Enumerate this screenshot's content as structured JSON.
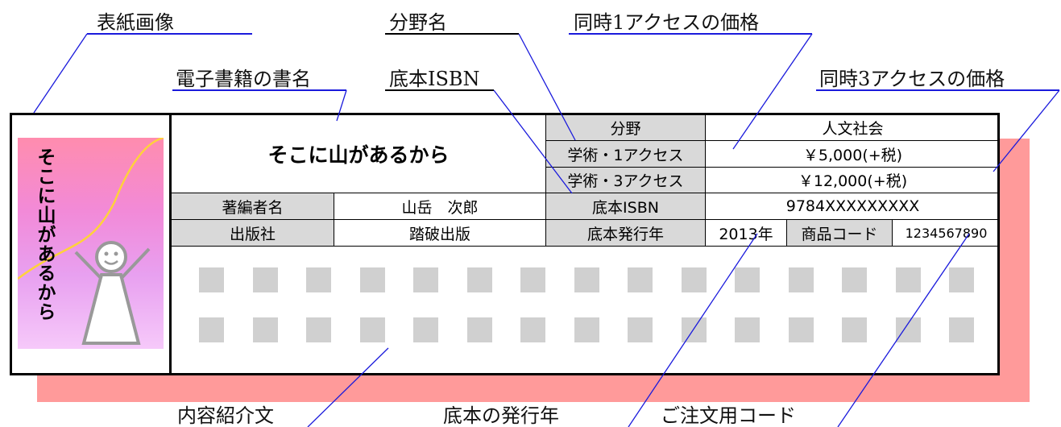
{
  "callouts": {
    "cover_image": "表紙画像",
    "field_name": "分野名",
    "price_1_access": "同時1アクセスの価格",
    "ebook_title": "電子書籍の書名",
    "source_isbn": "底本ISBN",
    "price_3_access": "同時3アクセスの価格",
    "description": "内容紹介文",
    "publication_year": "底本の発行年",
    "order_code": "ご注文用コード"
  },
  "cover": {
    "title": "そこに山があるから"
  },
  "book": {
    "title": "そこに山があるから",
    "labels": {
      "field": "分野",
      "academic_1": "学術・1アクセス",
      "academic_3": "学術・3アクセス",
      "author": "著編者名",
      "isbn": "底本ISBN",
      "publisher": "出版社",
      "year": "底本発行年",
      "product_code": "商品コード"
    },
    "values": {
      "field": "人文社会",
      "price_1": "￥5,000(+税)",
      "price_3": "￥12,000(+税)",
      "author": "山岳　次郎",
      "isbn": "9784XXXXXXXXX",
      "publisher": "踏破出版",
      "year": "2013年",
      "product_code": "1234567890"
    }
  },
  "colors": {
    "leader_line": "#1a1adc",
    "shadow": "#ff9a9a",
    "label_gray": "#d9d9d9",
    "placeholder_gray": "#d0d0d0",
    "cover_gradient_top": "#ff8cae",
    "cover_gradient_bottom": "#f6c9fa"
  }
}
